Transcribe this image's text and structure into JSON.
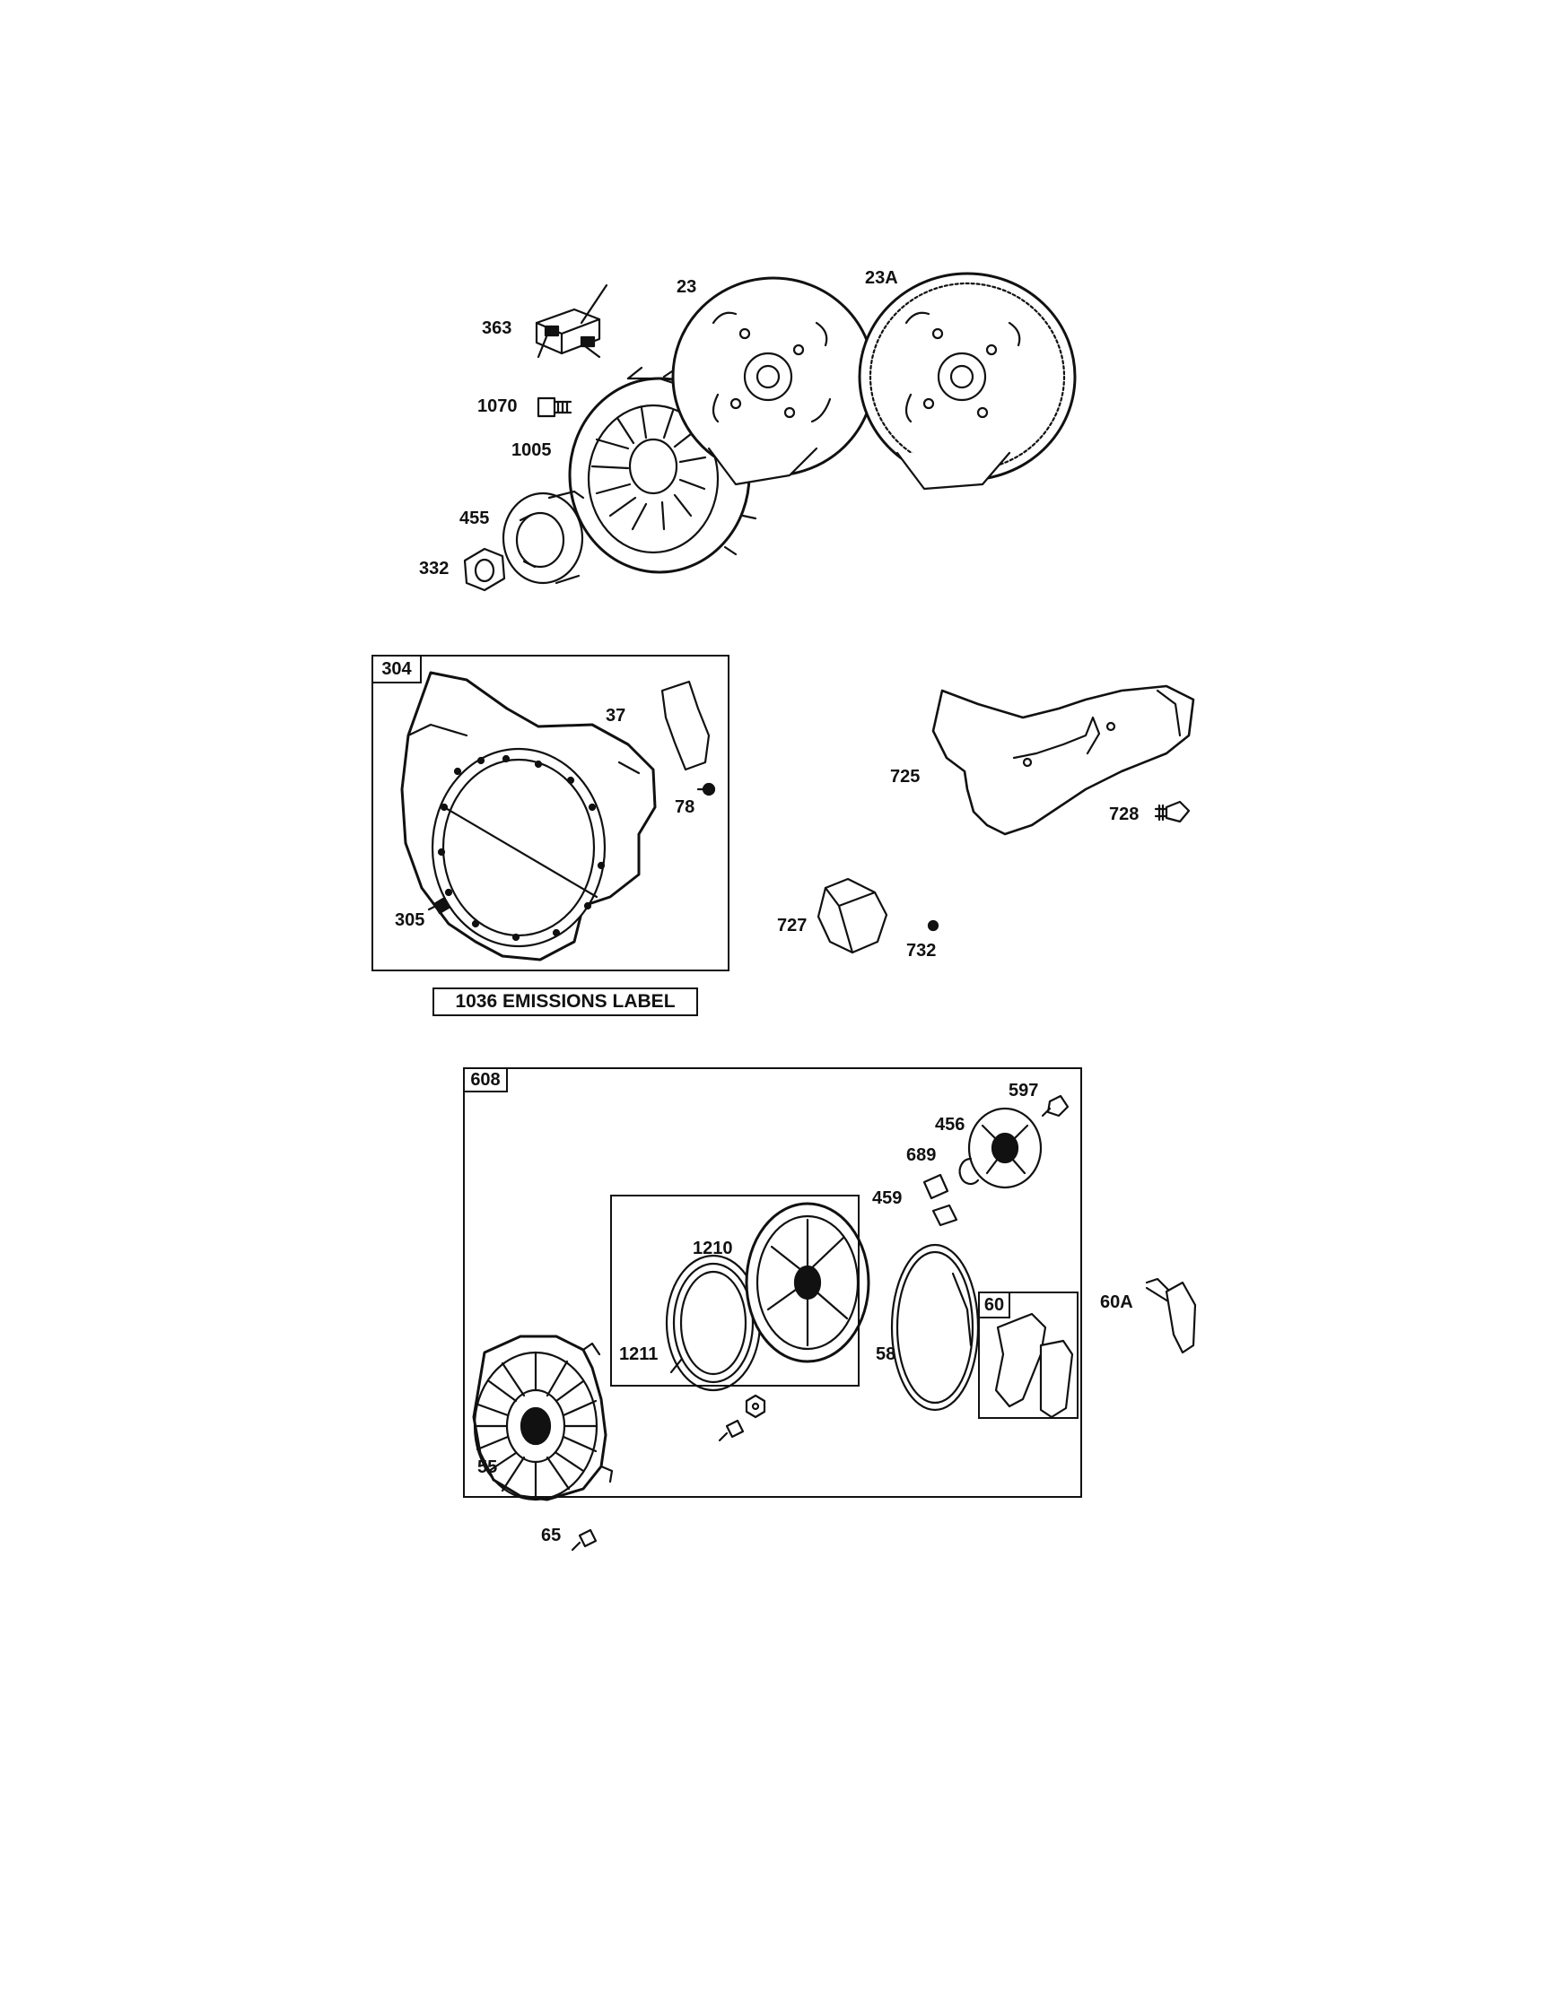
{
  "labels": {
    "p363": "363",
    "p23": "23",
    "p23a": "23A",
    "p1070": "1070",
    "p1005": "1005",
    "p455": "455",
    "p332": "332",
    "p304": "304",
    "p37": "37",
    "p78": "78",
    "p305": "305",
    "p725": "725",
    "p728": "728",
    "p727": "727",
    "p732": "732",
    "p1036": "1036 EMISSIONS LABEL",
    "p608": "608",
    "p597": "597",
    "p456": "456",
    "p689": "689",
    "p459": "459",
    "p1210": "1210",
    "p1211": "1211",
    "p58": "58",
    "p60": "60",
    "p60a": "60A",
    "p55": "55",
    "p65": "65"
  }
}
